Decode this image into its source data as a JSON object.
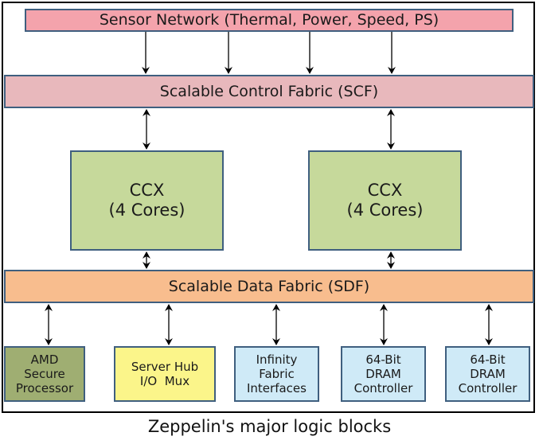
{
  "title": "Zeppelin's major logic blocks",
  "blocks": {
    "sensor_network": {
      "label": "Sensor Network (Thermal, Power, Speed, PS)",
      "color": "#f4a3ac"
    },
    "scf": {
      "label": "Scalable Control Fabric (SCF)",
      "color": "#e8b8bc"
    },
    "ccx": [
      {
        "lines": [
          "CCX",
          "(4 Cores)"
        ],
        "color": "#c6d99b"
      },
      {
        "lines": [
          "CCX",
          "(4 Cores)"
        ],
        "color": "#c6d99b"
      }
    ],
    "sdf": {
      "label": "Scalable Data Fabric (SDF)",
      "color": "#f8bd8e"
    },
    "peripherals": [
      {
        "lines": [
          "AMD",
          "Secure",
          "Processor"
        ],
        "color": "#9fae72"
      },
      {
        "lines": [
          "Server Hub",
          "I/O  Mux"
        ],
        "color": "#fbf58a"
      },
      {
        "lines": [
          "Infinity",
          "Fabric",
          "Interfaces"
        ],
        "color": "#cfeaf7"
      },
      {
        "lines": [
          "64-Bit",
          "DRAM",
          "Controller"
        ],
        "color": "#cfeaf7"
      },
      {
        "lines": [
          "64-Bit",
          "DRAM",
          "Controller"
        ],
        "color": "#cfeaf7"
      }
    ]
  },
  "connections": [
    {
      "from": "sensor_network",
      "to": "scf",
      "count": 4,
      "direction": "one-way"
    },
    {
      "from": "scf",
      "to": "ccx-1",
      "direction": "bidirectional"
    },
    {
      "from": "scf",
      "to": "ccx-2",
      "direction": "bidirectional"
    },
    {
      "from": "ccx-1",
      "to": "sdf",
      "direction": "bidirectional"
    },
    {
      "from": "ccx-2",
      "to": "sdf",
      "direction": "bidirectional"
    },
    {
      "from": "sdf",
      "to": "amd-secure-processor",
      "direction": "bidirectional"
    },
    {
      "from": "sdf",
      "to": "server-hub-io-mux",
      "direction": "bidirectional"
    },
    {
      "from": "sdf",
      "to": "infinity-fabric-interfaces",
      "direction": "bidirectional"
    },
    {
      "from": "sdf",
      "to": "dram-controller-1",
      "direction": "bidirectional"
    },
    {
      "from": "sdf",
      "to": "dram-controller-2",
      "direction": "bidirectional"
    }
  ]
}
